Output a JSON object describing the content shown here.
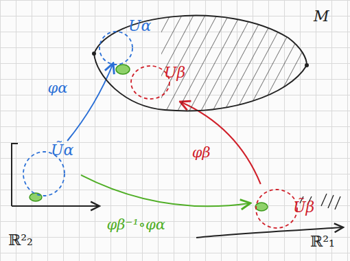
{
  "diagram": {
    "nodes": [
      {
        "text": [
          "M"
        ]
      },
      {
        "text": [
          "Uα"
        ],
        "in": 0
      },
      {
        "text": [
          "Uβ"
        ],
        "in": 0
      },
      {
        "text": [
          "Ũα"
        ]
      },
      {
        "text": [
          "Ũβ"
        ]
      }
    ],
    "edges": [
      {
        "from": 3,
        "to": 1,
        "arrow": "to",
        "label": "φα"
      },
      {
        "from": 4,
        "to": 2,
        "arrow": "to",
        "label": "φβ"
      },
      {
        "from": 3,
        "to": 4,
        "arrow": "to",
        "label": "φβ⁻¹∘φα"
      }
    ],
    "labels": [
      "ℝ²₂",
      "ℝ²₁"
    ]
  }
}
